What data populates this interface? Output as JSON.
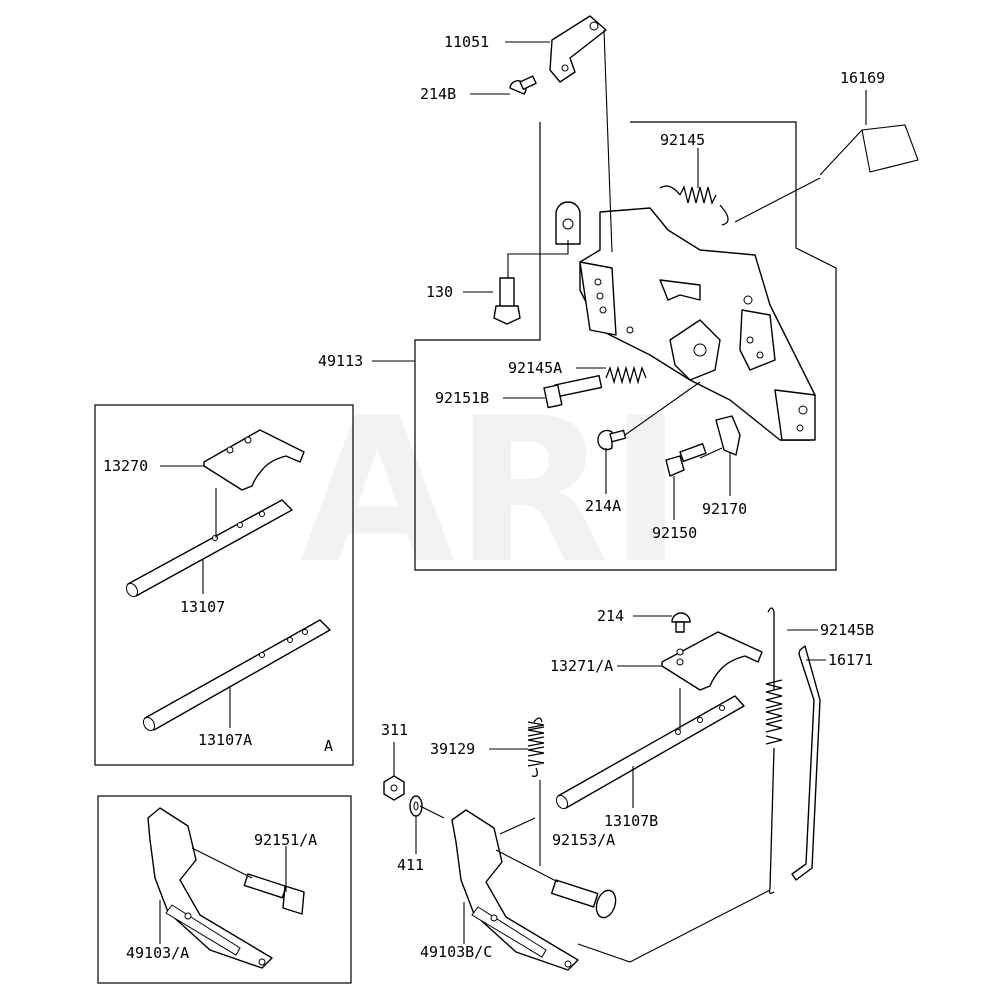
{
  "watermark": "ARI",
  "labels": {
    "l11051": "11051",
    "l214B": "214B",
    "l16169": "16169",
    "l92145": "92145",
    "l130": "130",
    "l49113": "49113",
    "l92145A": "92145A",
    "l92151B": "92151B",
    "l214A": "214A",
    "l92150": "92150",
    "l92170": "92170",
    "l13270": "13270",
    "l13107": "13107",
    "l13107A": "13107A",
    "lA": "A",
    "l214": "214",
    "l92145B": "92145B",
    "l13271A": "13271/A",
    "l16171": "16171",
    "l311": "311",
    "l39129": "39129",
    "l13107B": "13107B",
    "l92153A": "92153/A",
    "l411": "411",
    "l49103BC": "49103B/C",
    "l92151A": "92151/A",
    "l49103A": "49103/A"
  }
}
